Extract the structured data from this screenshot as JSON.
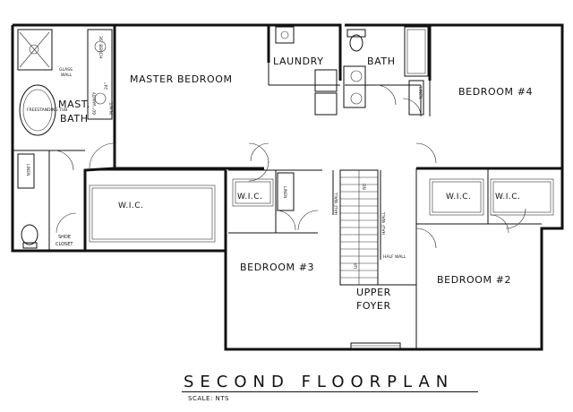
{
  "title": "SECOND FLOORPLAN",
  "scale": "SCALE: NTS",
  "rooms": {
    "master_bedroom": "MASTER BEDROOM",
    "master_bath_1": "MAST.",
    "master_bath_2": "BATH",
    "laundry": "LAUNDRY",
    "bath": "BATH",
    "bedroom4": "BEDROOM #4",
    "wic_master": "W.I.C.",
    "wic_bed3": "W.I.C.",
    "wic_bed4_left": "W.I.C.",
    "wic_bed4_right": "W.I.C.",
    "bedroom3": "BEDROOM #3",
    "bedroom2": "BEDROOM #2",
    "upper_foyer_1": "UPPER",
    "upper_foyer_2": "FOYER",
    "shoe_closet_1": "SHOE",
    "shoe_closet_2": "CLOSET"
  },
  "labels": {
    "linen_bath": "LINEN",
    "linen_mid": "LINEN",
    "linen_left": "LINEN",
    "glass_wall_1": "GLASS",
    "glass_wall_2": "WALL",
    "bench": "36\" BENCH",
    "mwt_size": "24\"",
    "mwt": "M.W.T.",
    "vanity": "60\" VANITY",
    "freestanding": "FREESTANDING TUB",
    "half_wall_1": "HALF WALL",
    "half_wall_2": "HALF WALL",
    "half_wall_3": "HALF WALL",
    "stair_up": "UP",
    "stair_down": "DN"
  }
}
